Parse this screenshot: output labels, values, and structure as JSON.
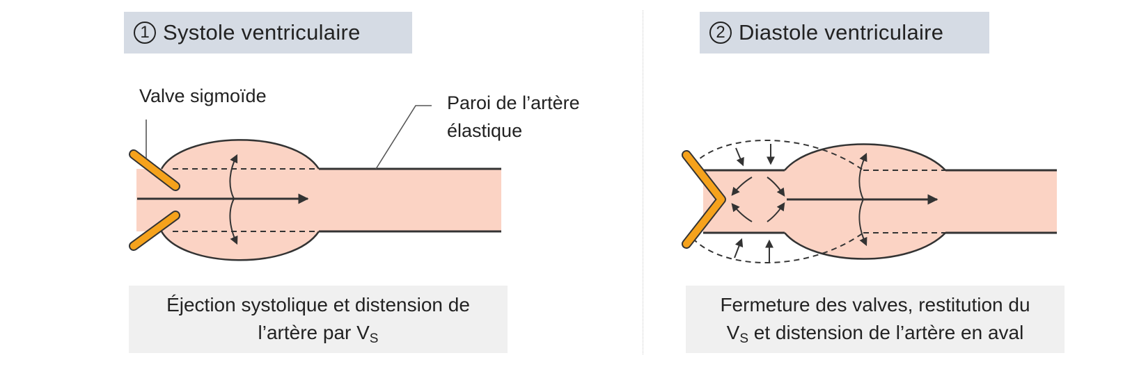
{
  "panel1": {
    "number": "1",
    "title": "Systole ventriculaire",
    "label_valve": "Valve sigmoïde",
    "label_wall_line1": "Paroi de l’artère",
    "label_wall_line2": "élastique",
    "caption_line1": "Éjection systolique et distension de",
    "caption_line2_prefix": "l’artère par V",
    "caption_line2_sub": "S"
  },
  "panel2": {
    "number": "2",
    "title": "Diastole ventriculaire",
    "caption_line1": "Fermeture des valves, restitution du",
    "caption_line2_prefix": "V",
    "caption_line2_sub": "S",
    "caption_line2_suffix": " et distension de l’artère en aval"
  },
  "colors": {
    "artery_fill": "#fbd3c4",
    "valve_fill": "#f5a21c",
    "title_bg": "#d5dbe4",
    "caption_bg": "#f0f0f0",
    "stroke": "#333333"
  }
}
